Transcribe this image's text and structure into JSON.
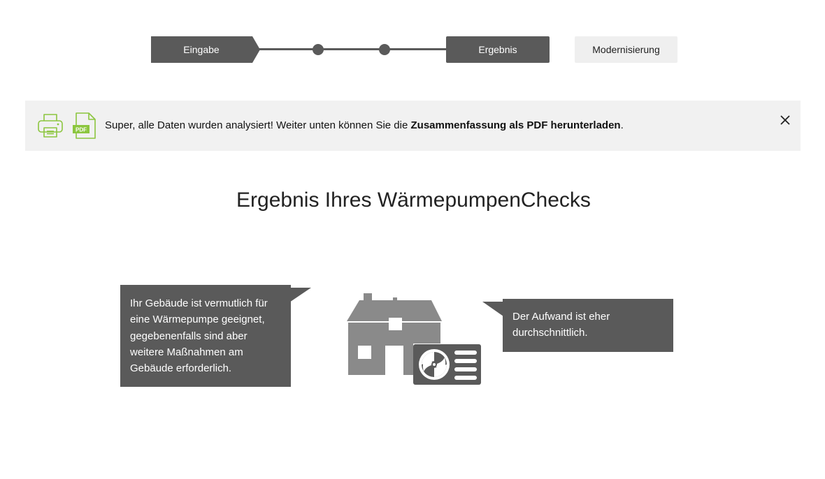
{
  "stepper": {
    "steps": [
      {
        "label": "Eingabe",
        "state": "done"
      },
      {
        "label": "",
        "state": "done"
      },
      {
        "label": "",
        "state": "done"
      },
      {
        "label": "Ergebnis",
        "state": "active"
      }
    ],
    "extra_step": "Modernisierung"
  },
  "notice": {
    "icons": [
      "printer-icon",
      "pdf-icon"
    ],
    "text_prefix": "Super, alle Daten wurden analysiert! Weiter unten können Sie die ",
    "text_bold": "Zusammenfassung als PDF herunterladen",
    "text_suffix": ".",
    "pdf_badge": "PDF",
    "icon_color": "#8cc63f"
  },
  "title": "Ergebnis Ihres WärmepumpenChecks",
  "bubbles": {
    "left_lines": [
      "Ihr Gebäude ist vermutlich für",
      "eine Wärmepumpe geeignet,",
      "gegebenenfalls sind aber",
      "weitere Maßnahmen am",
      "Gebäude erforderlich."
    ],
    "right_lines": [
      "Der Aufwand ist eher",
      "durchschnittlich."
    ]
  },
  "colors": {
    "dark_gray": "#5a5a5a",
    "light_gray": "#efefef",
    "house_gray": "#8a8a8a",
    "accent_green": "#8cc63f"
  }
}
